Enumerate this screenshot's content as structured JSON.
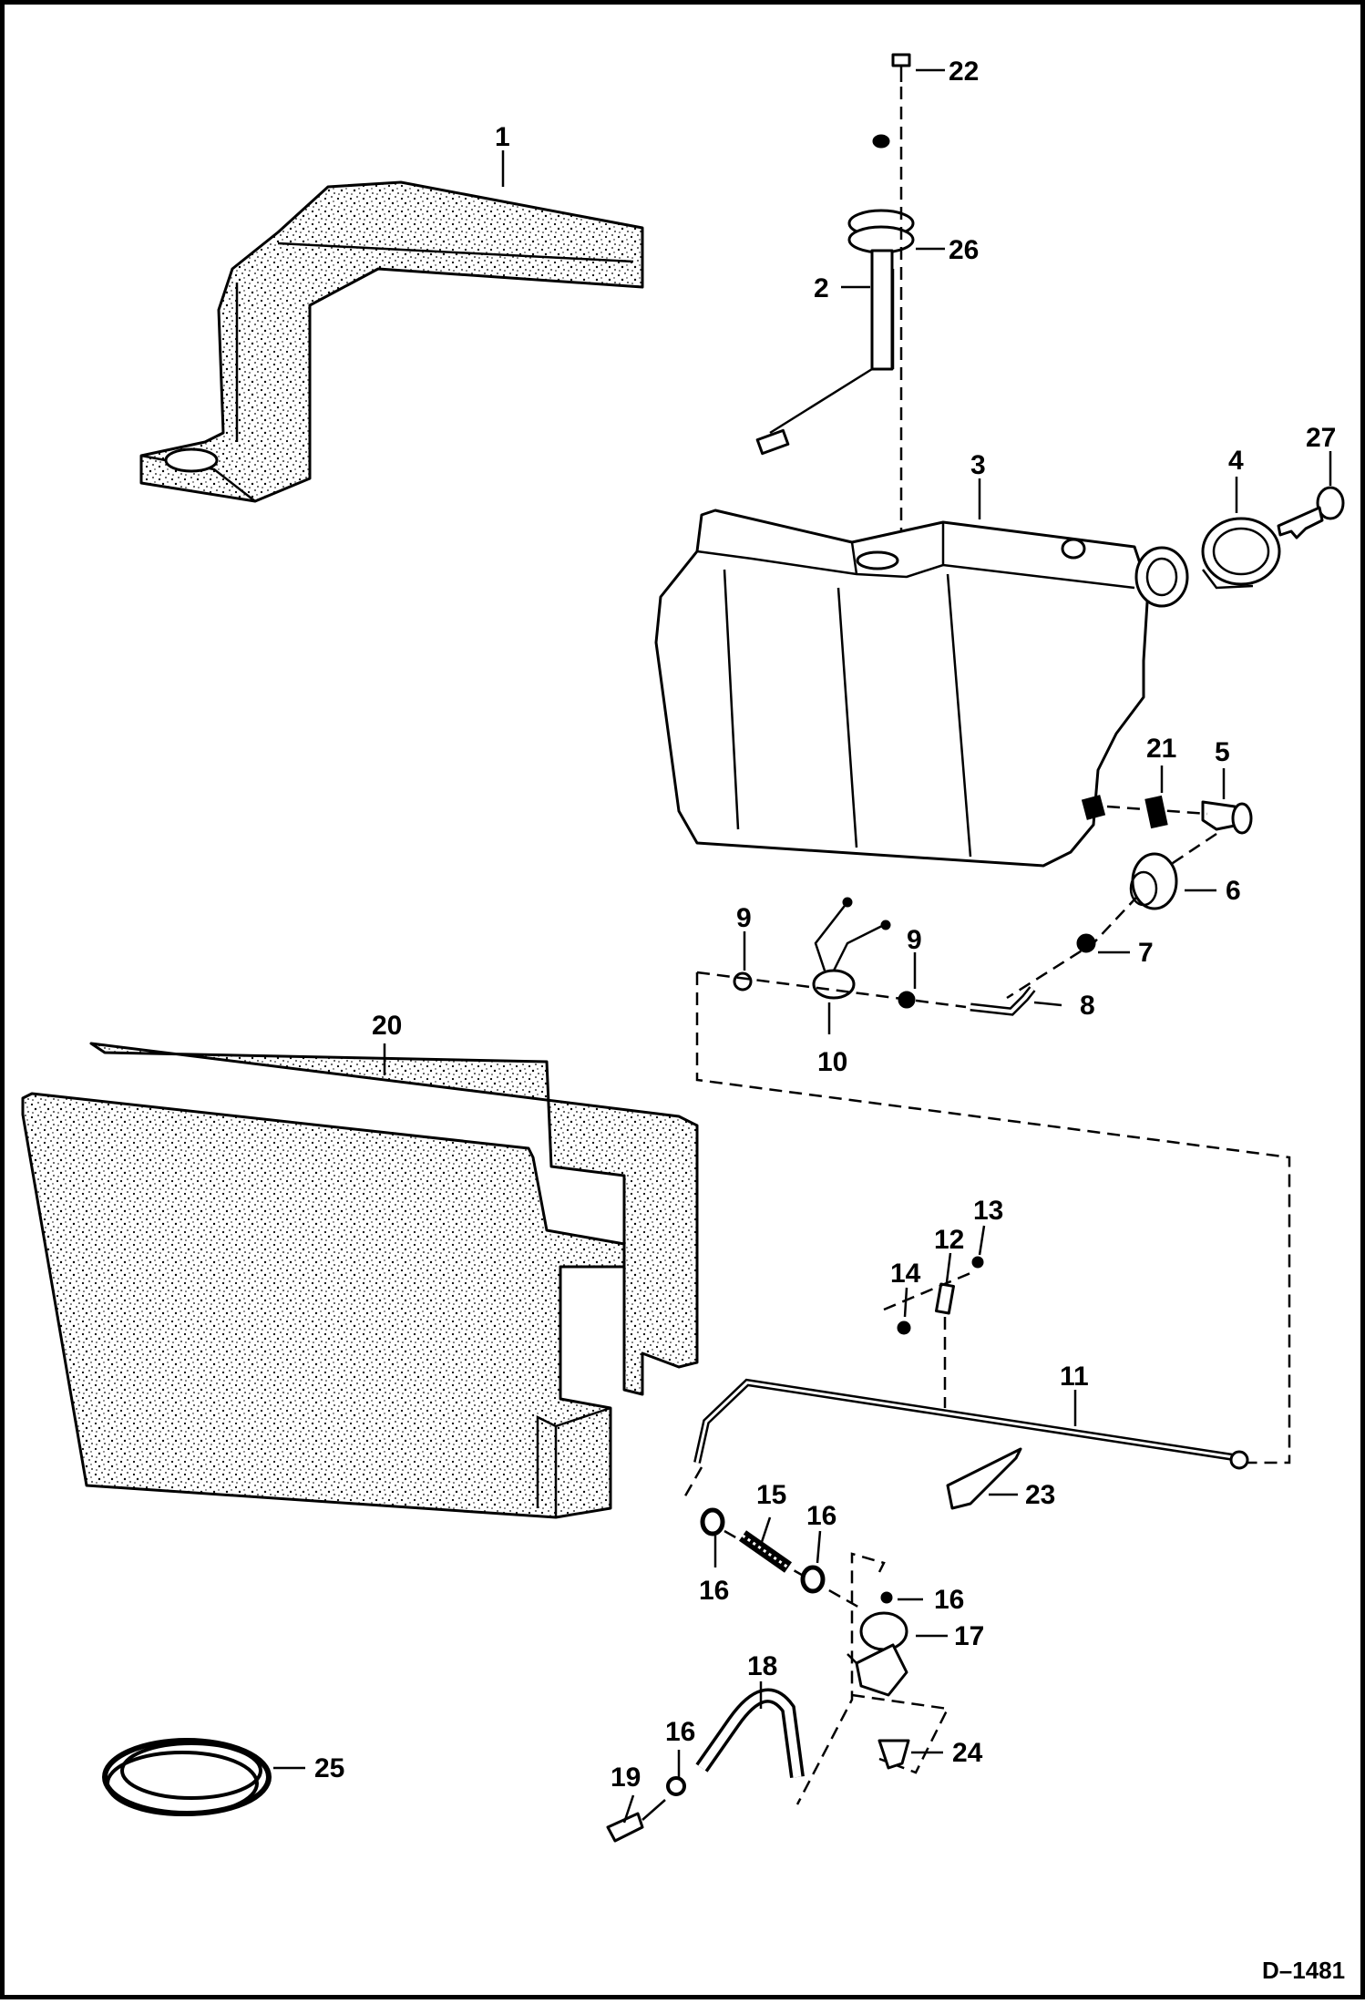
{
  "callouts": {
    "p1": "1",
    "p2": "2",
    "p3": "3",
    "p4": "4",
    "p5": "5",
    "p6": "6",
    "p7": "7",
    "p8": "8",
    "p9": "9",
    "p10": "10",
    "p11": "11",
    "p12": "12",
    "p13": "13",
    "p14": "14",
    "p15": "15",
    "p16": "16",
    "p17": "17",
    "p18": "18",
    "p19": "19",
    "p20": "20",
    "p21": "21",
    "p22": "22",
    "p23": "23",
    "p24": "24",
    "p25": "25",
    "p26": "26",
    "p27": "27"
  },
  "drawing_ref": "D–1481"
}
